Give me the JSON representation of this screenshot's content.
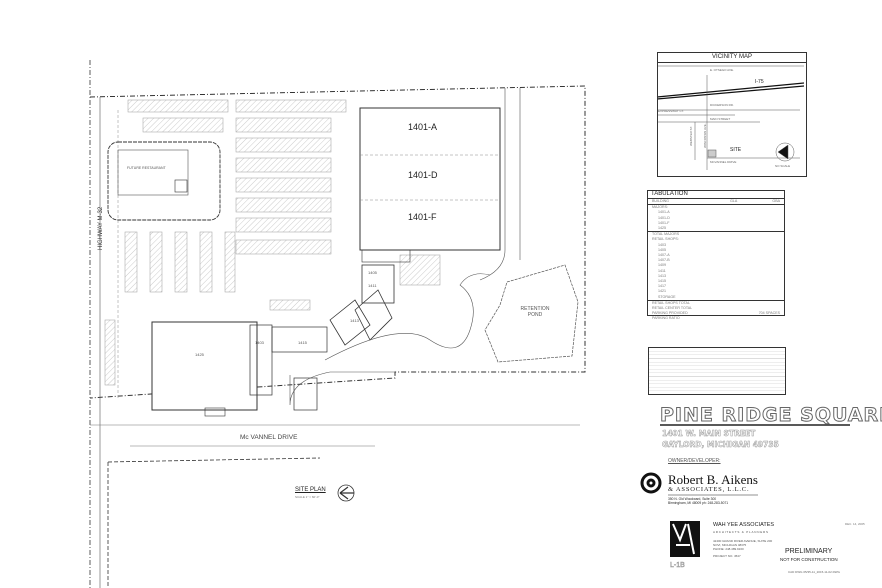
{
  "project": {
    "title": "PINE RIDGE SQUARE",
    "address_line1": "1401 W. MAIN STREET",
    "address_line2": "GAYLORD, MICHIGAN 49735",
    "sheet_number": "L-1B",
    "date": "DEC. 14, 2005",
    "preliminary": "PRELIMINARY",
    "not_for_construction": "NOT FOR CONSTRUCTION",
    "cad_file": "CAD DWG 05/35-11_2015-11-02.DWG"
  },
  "plan": {
    "site_plan_label": "SITE PLAN",
    "scale": "SCALE 1\" = 60'-0\"",
    "street_west": "HIGHWAY M-32",
    "street_south": "Mc VANNEL DRIVE",
    "retention_pond": "RETENTION POND",
    "buildings": [
      {
        "id": "1401-A"
      },
      {
        "id": "1401-D"
      },
      {
        "id": "1401-F"
      },
      {
        "id": "1425"
      },
      {
        "id": "1403"
      },
      {
        "id": "1405"
      },
      {
        "id": "1411"
      },
      {
        "id": "1415"
      },
      {
        "id": "1413"
      }
    ],
    "outpad_label": "FUTURE RESTAURANT"
  },
  "vicinity_map": {
    "title": "VICINITY MAP",
    "roads": [
      "E. OTSEGO AVE.",
      "I-75",
      "DICKERSON RD.",
      "EXPRESSWAY CT.",
      "MAIN STREET",
      "WISCONSIN AVE.",
      "WEBSTER ST.",
      "MCVANNEL DRIVE"
    ],
    "site_label": "SITE",
    "no_scale": "NO SCALE"
  },
  "tabulation": {
    "title": "TABULATION",
    "columns": [
      "BUILDING",
      "GLA",
      "GBA"
    ],
    "majors_heading": "MAJORS:",
    "majors": [
      [
        "1401-A",
        "",
        ""
      ],
      [
        "1401-D",
        "",
        ""
      ],
      [
        "1401-F",
        "",
        ""
      ],
      [
        "1425",
        "",
        ""
      ]
    ],
    "total_majors": "TOTAL MAJORS",
    "shops_heading": "RETAIL SHOPS:",
    "shops": [
      [
        "1403",
        "",
        ""
      ],
      [
        "1405",
        "",
        ""
      ],
      [
        "1407-A",
        "",
        ""
      ],
      [
        "1407-B",
        "",
        ""
      ],
      [
        "1409",
        "",
        ""
      ],
      [
        "1411",
        "",
        ""
      ],
      [
        "1413",
        "",
        ""
      ],
      [
        "1415",
        "",
        ""
      ],
      [
        "1417",
        "",
        ""
      ],
      [
        "1421",
        "",
        ""
      ],
      [
        "STORAGE",
        "",
        ""
      ]
    ],
    "shops_total": "RETAIL SHOPS TOTAL",
    "center_total": "RETAIL CENTER TOTAL",
    "parking_provided": "PARKING PROVIDED",
    "parking_provided_value": "704 SPACES",
    "parking_ratio": "PARKING RATIO"
  },
  "owner": {
    "label": "OWNER/DEVELOPER:",
    "name": "Robert B. Aikens",
    "firm": "& ASSOCIATES, L.L.C.",
    "address": "350 N. Old Woodward, Suite 300",
    "city": "Birmingham, MI 48009  ph: 248-283-5071"
  },
  "architect": {
    "name": "WAH YEE ASSOCIATES",
    "subtitle": "ARCHITECTS & PLANNERS",
    "address": "42400 GRAND RIVER AVENUE, SUITE 200",
    "city": "NOVI, MICHIGAN 48375",
    "phone": "PHONE: 248.489.9160",
    "project_no": "PROJECT NO. 4547"
  },
  "colors": {
    "line": "#333333",
    "hatch": "#aaaaaa",
    "title_outline": "#666666"
  }
}
